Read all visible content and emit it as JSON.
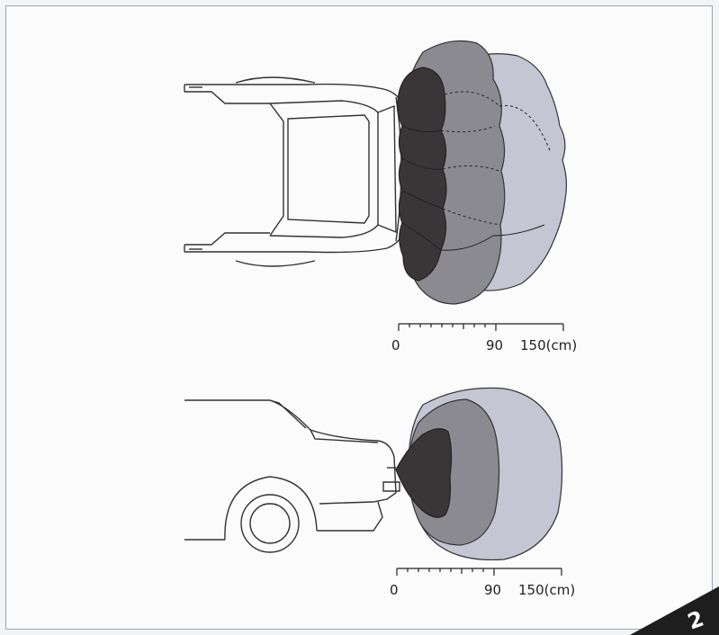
{
  "top_view": {
    "scale": {
      "zero": "0",
      "mid": "90",
      "end": "150(cm)"
    }
  },
  "side_view": {
    "scale": {
      "zero": "0",
      "mid": "90",
      "end": "150(cm)"
    }
  },
  "page_number": "2",
  "colors": {
    "zone_near": "#3a3638",
    "zone_mid": "#8c8a91",
    "zone_far": "#c4c6d3",
    "outline": "#333333"
  }
}
